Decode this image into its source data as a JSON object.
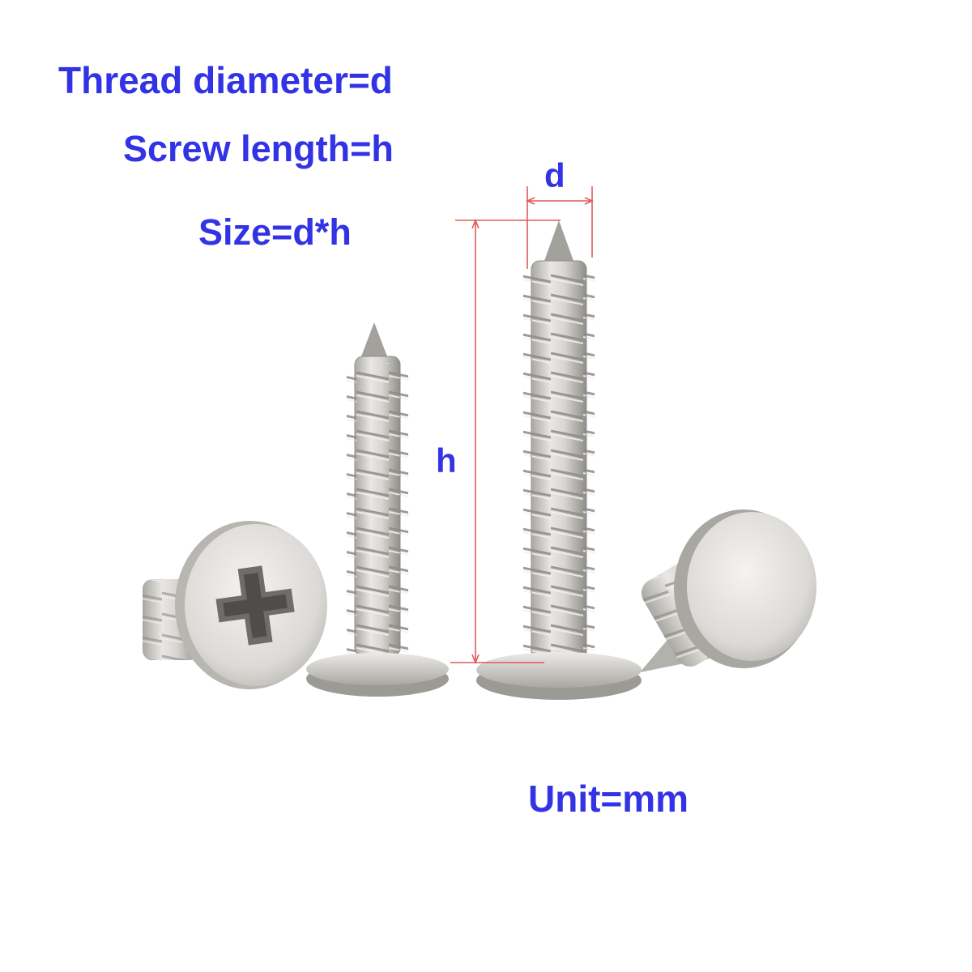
{
  "labels": {
    "thread_diameter": "Thread diameter=d",
    "screw_length": "Screw length=h",
    "size_formula": "Size=d*h",
    "dim_d": "d",
    "dim_h": "h",
    "unit": "Unit=mm"
  },
  "colors": {
    "label_text": "#3333e6",
    "dimension_lines": "#e05a5a",
    "background": "#ffffff",
    "metal_light": "#ecebe8",
    "metal_mid": "#cfcdc9",
    "metal_dark": "#9a9893"
  },
  "illustration": {
    "subject": "four self-tapping Phillips screws",
    "icons": [
      "phillips-recess-icon"
    ]
  }
}
